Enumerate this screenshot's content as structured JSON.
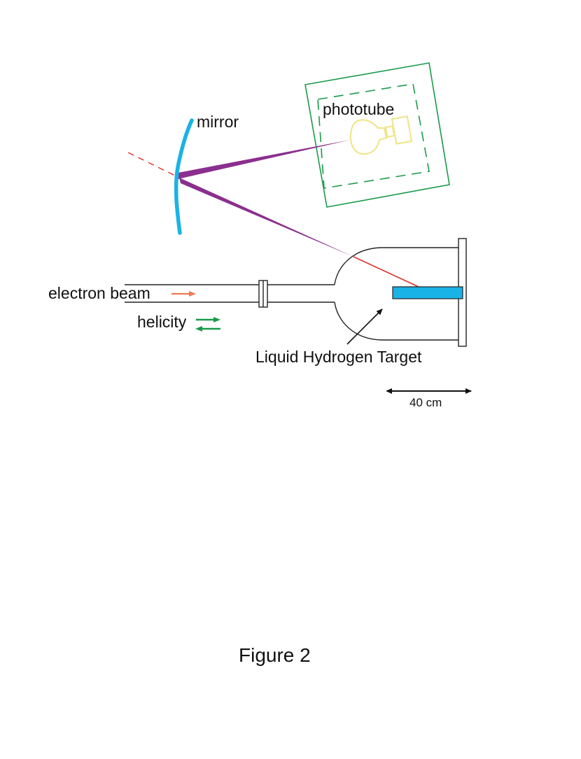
{
  "labels": {
    "mirror": "mirror",
    "phototube": "phototube",
    "electron_beam": "electron beam",
    "helicity": "helicity",
    "target": "Liquid Hydrogen Target",
    "scale": "40 cm",
    "caption": "Figure 2"
  },
  "colors": {
    "mirror": "#1ab3e6",
    "light_cone": "#8b2f8f",
    "scattered_ray": "#e0302a",
    "phototube_box": "#1a9a4a",
    "phototube": "#f3ec9a",
    "target_cell": "#1ab3e6",
    "beam_arrow": "#f07a55",
    "helicity_arrows": "#1a9a4a",
    "outline": "#222222"
  }
}
